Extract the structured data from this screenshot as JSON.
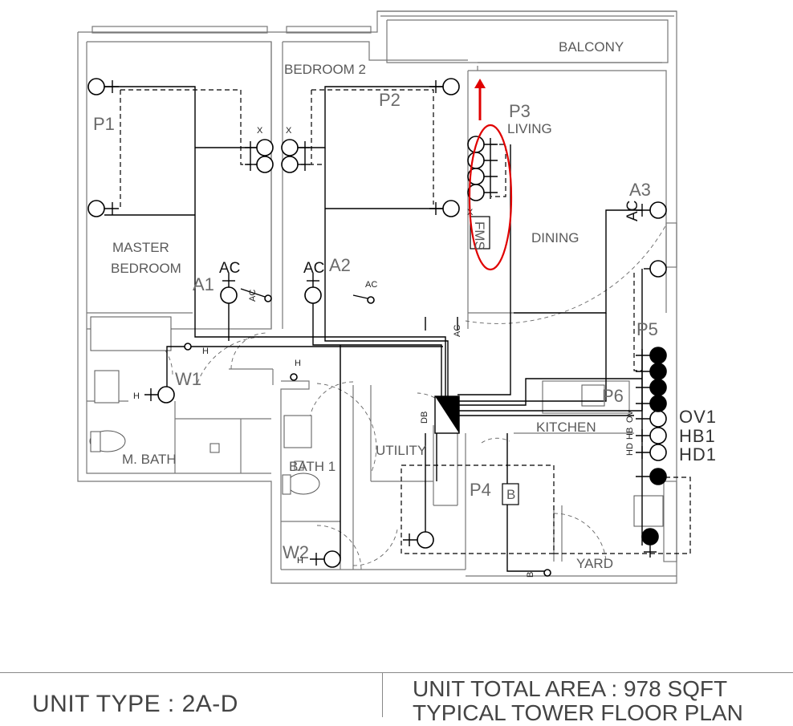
{
  "rooms": {
    "balcony": "BALCONY",
    "bedroom2": "BEDROOM 2",
    "living": "LIVING",
    "dining": "DINING",
    "master_bedroom_line1": "MASTER",
    "master_bedroom_line2": "BEDROOM",
    "master_bath": "M. BATH",
    "bath1": "BATH 1",
    "utility": "UTILITY",
    "kitchen": "KITCHEN",
    "yard": "YARD"
  },
  "points": {
    "p1": "P1",
    "p2": "P2",
    "p3": "P3",
    "p4": "P4",
    "p5": "P5",
    "p6": "P6",
    "a1": "A1",
    "a2": "A2",
    "a3": "A3",
    "w1": "W1",
    "w2": "W2"
  },
  "symbols": {
    "ac": "AC",
    "ac_small": "AC",
    "h": "H",
    "db": "DB",
    "fms": "FMS",
    "b": "B",
    "hd": "HD",
    "hb": "HB",
    "ov": "OV"
  },
  "legend": {
    "ov1": "OV1",
    "hb1": "HB1",
    "hd1": "HD1"
  },
  "annotation": {
    "color": "#e00000"
  },
  "title_block": {
    "unit_type": "UNIT TYPE : 2A-D",
    "total_area": "UNIT TOTAL AREA : 978 SQFT",
    "typical": "TYPICAL TOWER FLOOR PLAN"
  }
}
